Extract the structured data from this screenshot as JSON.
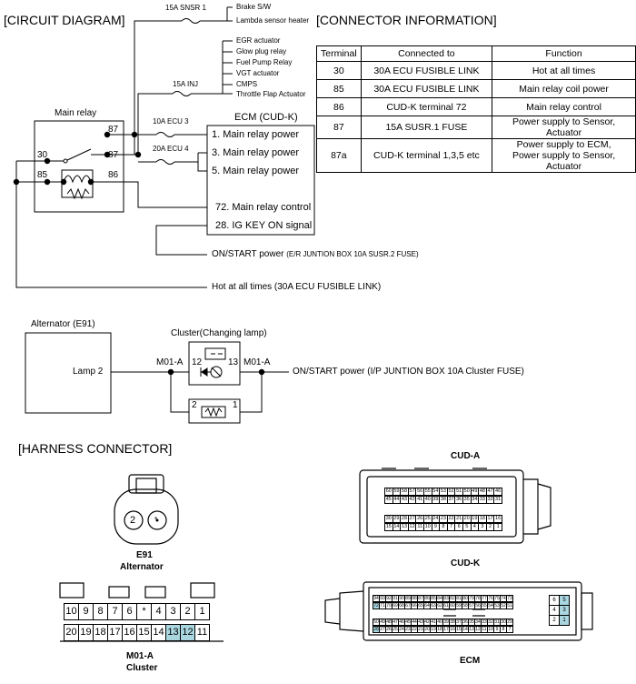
{
  "headings": {
    "circuit": "[CIRCUIT DIAGRAM]",
    "connector_info": "[CONNECTOR INFORMATION]",
    "harness": "[HARNESS CONNECTOR]"
  },
  "circuit": {
    "fuses": {
      "snsr1": "15A SNSR 1",
      "inj": "15A INJ",
      "ecu3": "10A ECU 3",
      "ecu4": "20A ECU 4"
    },
    "snsr1_loads": [
      "Brake S/W",
      "Lambda sensor heater"
    ],
    "inj_loads": [
      "EGR actuator",
      "Glow plug relay",
      "Fuel Pump Relay",
      "VGT actuator",
      "CMPS",
      "Throttle Flap Actuator"
    ],
    "relay": {
      "title": "Main relay",
      "pins": [
        "87",
        "87",
        "30",
        "85",
        "86"
      ]
    },
    "ecm": {
      "title": "ECM (CUD-K)",
      "power_pins": [
        "1. Main relay power",
        "3. Main relay power",
        "5. Main relay power"
      ],
      "control": "72. Main relay control",
      "ig": "28. IG KEY ON signal"
    },
    "on_start": "ON/START power",
    "on_start_src": "(E/R JUNTION BOX 10A SUSR.2 FUSE)",
    "hot": "Hot at all times (30A ECU FUSIBLE LINK)"
  },
  "lamp_circuit": {
    "alternator": "Alternator (E91)",
    "lamp2": "Lamp 2",
    "cluster": "Cluster(Changing lamp)",
    "m01a_left": "M01-A",
    "m01a_right": "M01-A",
    "pin12": "12",
    "pin13": "13",
    "pin2": "2",
    "pin1": "1",
    "on_start": "ON/START power (I/P JUNTION BOX 10A Cluster FUSE)"
  },
  "connector_table": {
    "headers": [
      "Terminal",
      "Connected to",
      "Function"
    ],
    "rows": [
      {
        "terminal": "30",
        "connected": "30A ECU FUSIBLE LINK",
        "function": "Hot at all times"
      },
      {
        "terminal": "85",
        "connected": "30A ECU FUSIBLE LINK",
        "function": "Main relay coil power"
      },
      {
        "terminal": "86",
        "connected": "CUD-K terminal 72",
        "function": "Main relay control"
      },
      {
        "terminal": "87",
        "connected": "15A SUSR.1 FUSE",
        "function": "Power supply to Sensor, Actuator"
      },
      {
        "terminal": "87a",
        "connected": "CUD-K terminal 1,3,5 etc",
        "function": "Power supply to ECM,",
        "function2": "Power supply to Sensor, Actuator"
      }
    ]
  },
  "harness": {
    "e91": {
      "pins": [
        "2",
        "*"
      ],
      "name": "E91",
      "label": "Alternator"
    },
    "m01a": {
      "row1": [
        "10",
        "9",
        "8",
        "7",
        "6",
        "*",
        "4",
        "3",
        "2",
        "1"
      ],
      "row2": [
        "20",
        "19",
        "18",
        "17",
        "16",
        "15",
        "14",
        "13",
        "12",
        "11"
      ],
      "name": "M01-A",
      "label": "Cluster"
    },
    "cud_a": {
      "title": "CUD-A",
      "row1": [
        "60",
        "59",
        "58",
        "57",
        "56",
        "55",
        "54",
        "53",
        "52",
        "51",
        "50",
        "49",
        "48",
        "47",
        "46"
      ],
      "row2": [
        "45",
        "44",
        "43",
        "42",
        "41",
        "40",
        "39",
        "38",
        "37",
        "36",
        "35",
        "34",
        "33",
        "32",
        "31"
      ],
      "row3": [
        "30",
        "29",
        "28",
        "27",
        "26",
        "25",
        "24",
        "23",
        "22",
        "21",
        "20",
        "19",
        "18",
        "17",
        "16"
      ],
      "row4": [
        "15",
        "14",
        "13",
        "12",
        "11",
        "10",
        "9",
        "8",
        "7",
        "6",
        "5",
        "4",
        "3",
        "2",
        "1"
      ]
    },
    "cud_k": {
      "title": "CUD-K"
    },
    "ecm": {
      "title": "ECM",
      "row1": [
        "94",
        "93",
        "92",
        "91",
        "90",
        "89",
        "88",
        "87",
        "86",
        "85",
        "84",
        "83",
        "82",
        "81",
        "80",
        "79",
        "78",
        "77",
        "76",
        "75",
        "74",
        "73"
      ],
      "row2": [
        "72",
        "71",
        "70",
        "69",
        "68",
        "67",
        "66",
        "65",
        "64",
        "63",
        "62",
        "61",
        "60",
        "59",
        "58",
        "57",
        "56",
        "55",
        "54",
        "53",
        "52",
        "51"
      ],
      "row3": [
        "50",
        "49",
        "48",
        "47",
        "46",
        "45",
        "44",
        "43",
        "42",
        "41",
        "40",
        "39",
        "38",
        "37",
        "36",
        "35",
        "34",
        "33",
        "32",
        "31",
        "30",
        "29"
      ],
      "row4": [
        "28",
        "27",
        "26",
        "25",
        "24",
        "23",
        "22",
        "21",
        "20",
        "19",
        "18",
        "17",
        "16",
        "15",
        "14",
        "13",
        "12",
        "11",
        "10",
        "9",
        "8",
        "7"
      ],
      "side": [
        "6",
        "5",
        "4",
        "3",
        "2",
        "1"
      ]
    }
  },
  "colors": {
    "highlight": "#a9d6df",
    "line": "#000000"
  }
}
